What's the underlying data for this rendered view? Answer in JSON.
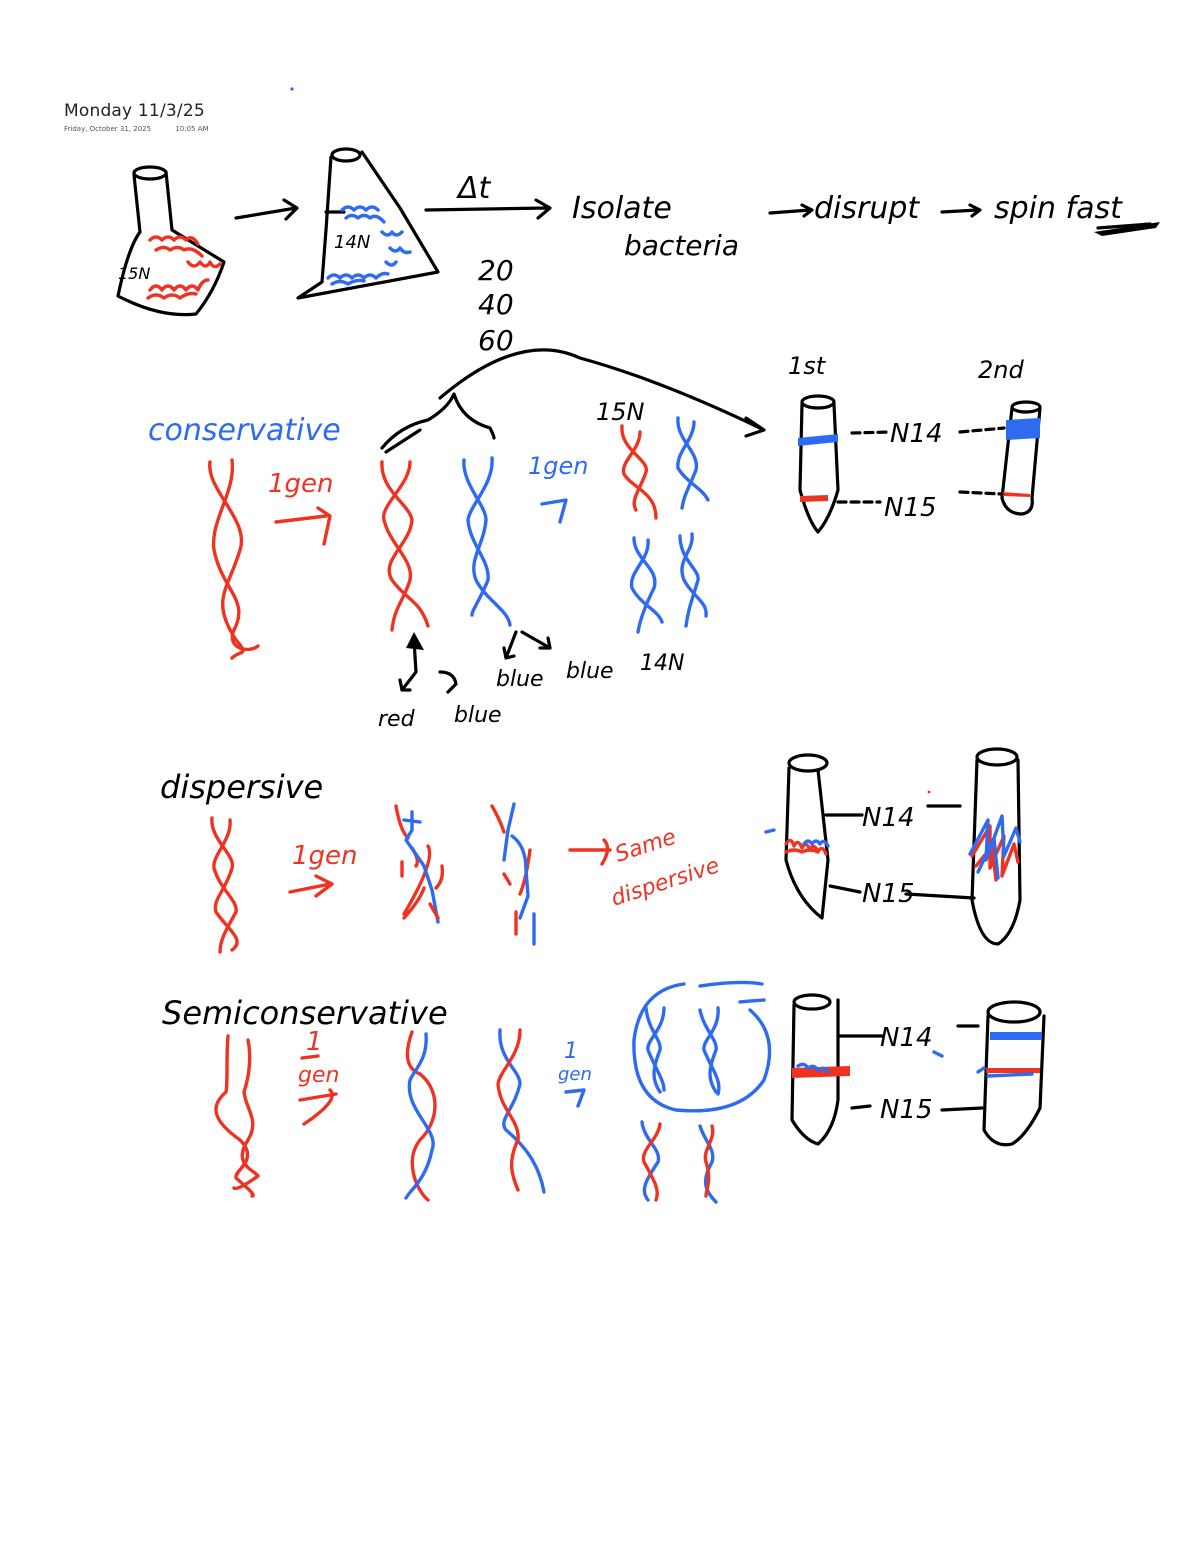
{
  "page": {
    "title": "Monday 11/3/25",
    "created_date": "Friday, October 31, 2025",
    "created_time": "10:05 AM"
  },
  "colors": {
    "ink_black": "#000000",
    "ink_red": "#EE3322",
    "ink_blue": "#2E6BF0",
    "background": "#FFFFFF"
  },
  "procedure": {
    "flask1_label": "15N",
    "flask2_label": "14N",
    "delta_t": "Δt",
    "step1_line1": "Isolate",
    "step1_line2": "bacteria",
    "step2": "disrupt",
    "step3": "spin fast",
    "time_points": [
      "20",
      "40",
      "60"
    ]
  },
  "conservative": {
    "heading": "conservative",
    "gen_label": "1gen",
    "gen_label_2": "1gen",
    "annotations": [
      "red",
      "blue",
      "blue",
      "blue"
    ],
    "label_15n": "15N",
    "label_14n": "14N",
    "tubes": {
      "first_label": "1st",
      "second_label": "2nd",
      "n14_label": "N14",
      "n15_label": "N15"
    }
  },
  "dispersive": {
    "heading": "dispersive",
    "gen_label": "1gen",
    "note_line1": "Same",
    "note_line2": "dispersive",
    "tubes": {
      "n14_label": "N14",
      "n15_label": "N15"
    }
  },
  "semiconservative": {
    "heading": "Semiconservative",
    "gen_label_num": "1",
    "gen_label_word": "gen",
    "gen_label_2_num": "1",
    "gen_label_2_word": "gen",
    "tubes": {
      "n14_label": "N14",
      "n15_label": "N15"
    }
  }
}
